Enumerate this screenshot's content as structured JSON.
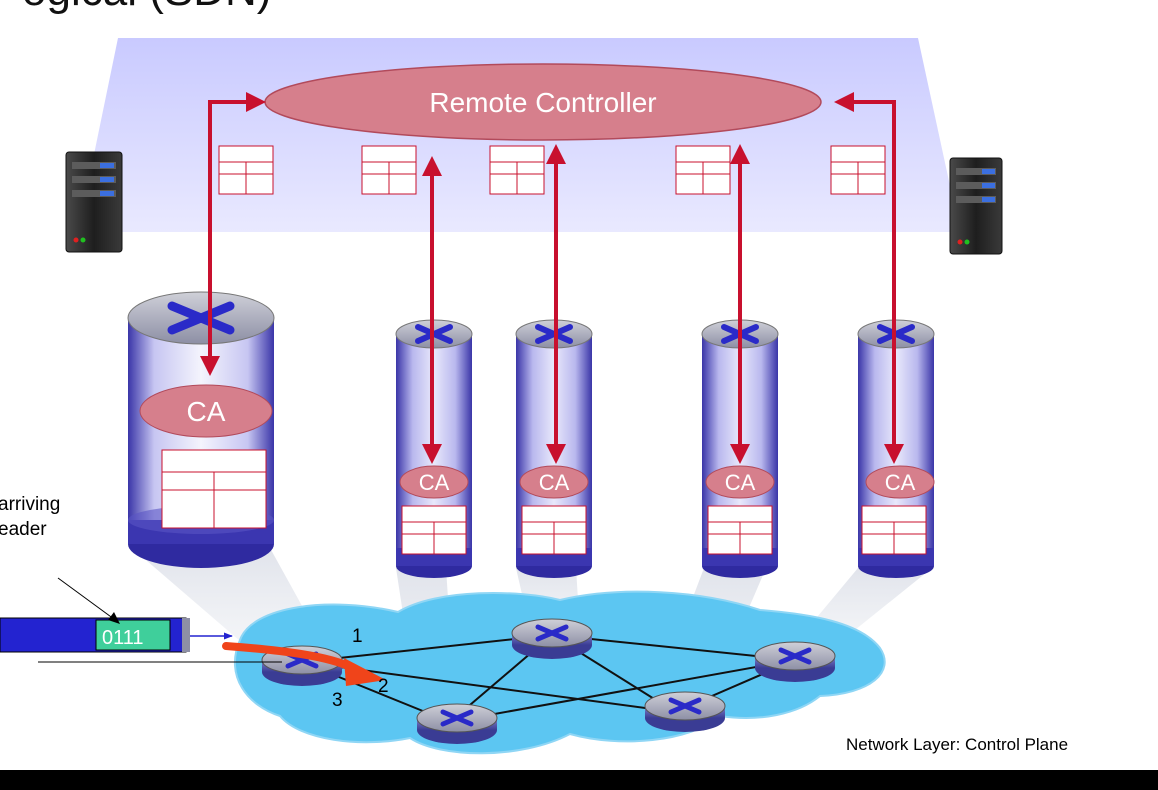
{
  "slide": {
    "title_partial": "ogical (SDN)",
    "footer": "Network Layer: Control Plane"
  },
  "controller": {
    "label": "Remote Controller"
  },
  "control_agents": [
    {
      "label": "CA"
    },
    {
      "label": "CA"
    },
    {
      "label": "CA"
    },
    {
      "label": "CA"
    },
    {
      "label": "CA"
    }
  ],
  "packet": {
    "caption_line1": "arriving",
    "caption_line2": "eader",
    "header_value": "0111"
  },
  "router_ports": [
    "1",
    "2",
    "3"
  ],
  "colors": {
    "control_plane_panel": "#cfd0ff",
    "controller_fill": "#d67f8c",
    "arrow": "#c8102e",
    "network_cloud": "#5cc6f2",
    "packet_header": "#3fcf9b",
    "packet_body": "#2323d0",
    "forwarding_arrow": "#f0441a"
  }
}
